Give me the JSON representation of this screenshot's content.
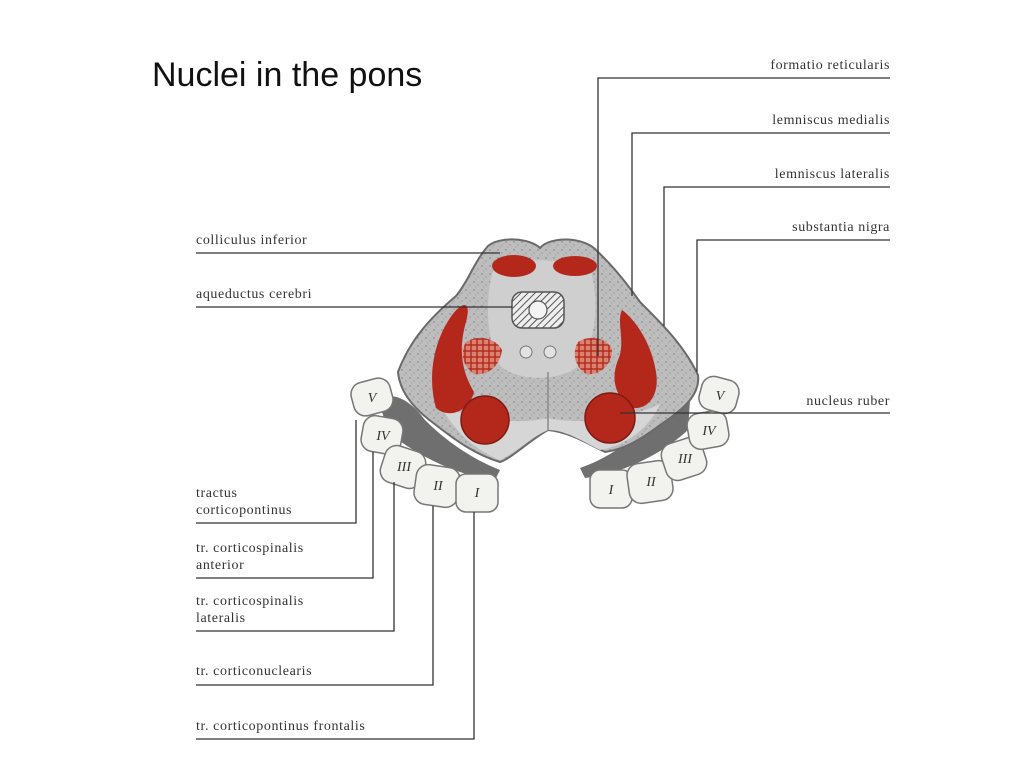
{
  "title": "Nuclei in the pons",
  "labels": {
    "formatio_reticularis": "formatio reticularis",
    "lemniscus_medialis": "lemniscus medialis",
    "lemniscus_lateralis": "lemniscus lateralis",
    "substantia_nigra": "substantia nigra",
    "nucleus_ruber": "nucleus ruber",
    "colliculus_inferior": "colliculus inferior",
    "aqueductus_cerebri": "aqueductus cerebri",
    "tractus_corticopontinus_1": "tractus",
    "tractus_corticopontinus_2": "corticopontinus",
    "corticospinalis_anterior_1": "tr. corticospinalis",
    "corticospinalis_anterior_2": "anterior",
    "corticospinalis_lateralis_1": "tr. corticospinalis",
    "corticospinalis_lateralis_2": "lateralis",
    "corticonuclearis": "tr. corticonuclearis",
    "corticopontinus_frontalis": "tr. corticopontinus frontalis"
  },
  "peduncle_segments": {
    "left": [
      "V",
      "IV",
      "III",
      "II",
      "I"
    ],
    "right": [
      "I",
      "II",
      "III",
      "IV",
      "V"
    ]
  },
  "colors": {
    "nucleus_red": "#b4281c",
    "tissue_gray": "#b8b8b8",
    "tissue_dark": "#8a8a8a",
    "segment_fill": "#f2f2ee",
    "leader_line": "#333333"
  }
}
